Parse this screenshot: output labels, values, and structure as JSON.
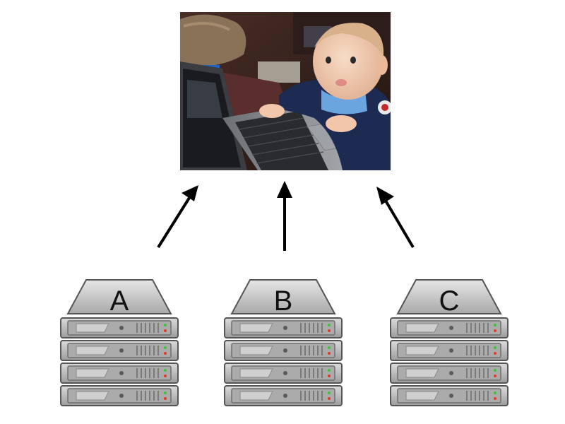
{
  "photo": {
    "subject": "baby-at-laptop",
    "colors": {
      "wall": "#3a2420",
      "pillow": "#8a7258",
      "laptop": "#8f9297",
      "keyboard": "#2a2b2e",
      "shirt": "#1d2a52",
      "skin": "#f2cdb3"
    }
  },
  "servers": [
    {
      "id": "a",
      "label": "A"
    },
    {
      "id": "b",
      "label": "B"
    },
    {
      "id": "c",
      "label": "C"
    }
  ],
  "colors": {
    "arrow": "#000000",
    "server_body": "#c8c8c8",
    "server_dark": "#6e6e6e",
    "led_green": "#3cc43c",
    "led_red": "#e23a2a"
  }
}
